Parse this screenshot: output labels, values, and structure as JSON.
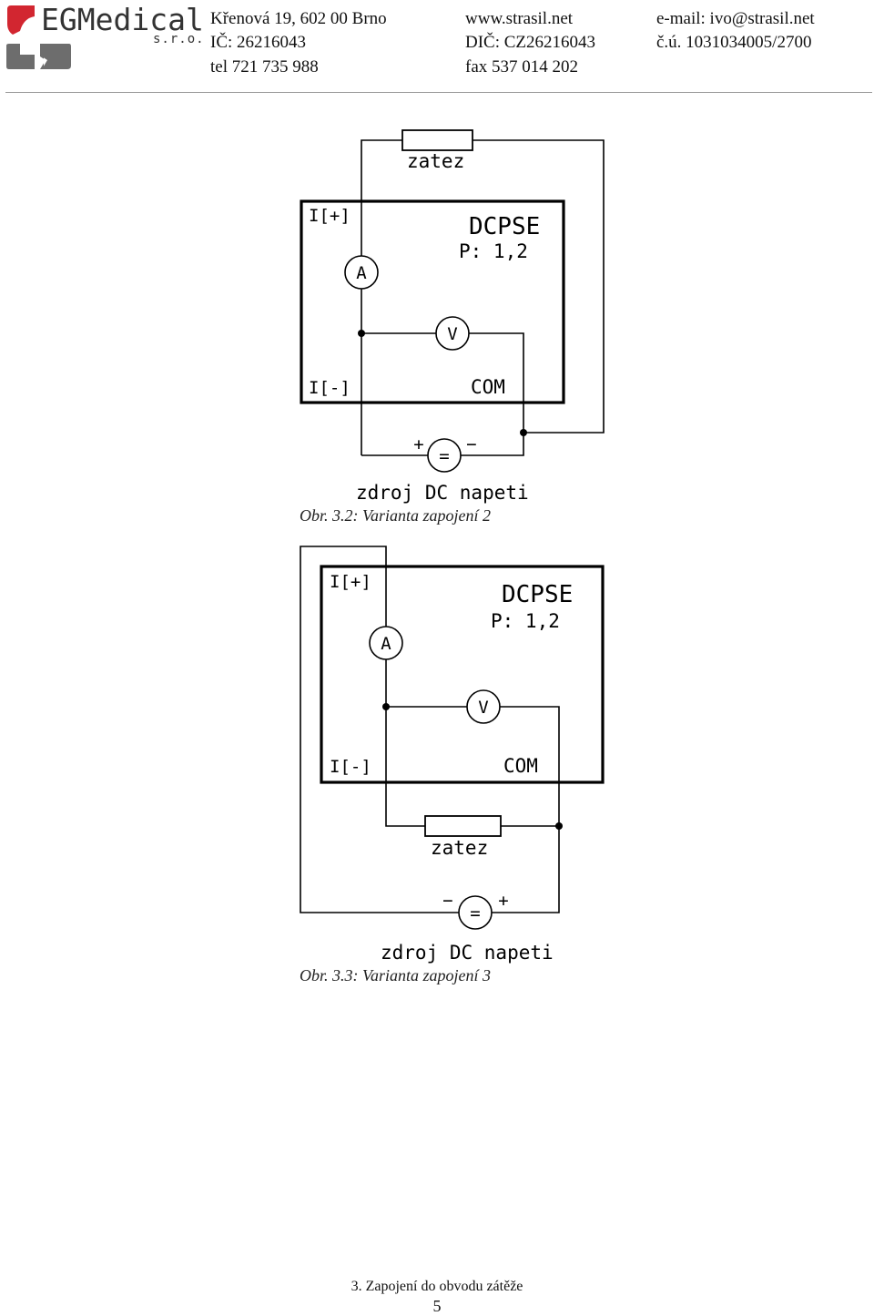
{
  "header": {
    "brand_name": "EGMedical",
    "brand_suffix": "s.r.o.",
    "address": "Křenová 19, 602 00 Brno",
    "ic": "IČ: 26216043",
    "phone": "tel 721 735 988",
    "web": "www.strasil.net",
    "dic": "DIČ: CZ26216043",
    "fax": "fax 537 014 202",
    "email": "e-mail: ivo@strasil.net",
    "account": "č.ú. 1031034005/2700"
  },
  "figure1": {
    "load_label": "zatez",
    "device_name": "DCPSE",
    "device_params": "P: 1,2",
    "terminal_plus": "I[+]",
    "terminal_minus": "I[-]",
    "terminal_com": "COM",
    "ammeter": "A",
    "voltmeter": "V",
    "source_symbol": "=",
    "source_pos": "+",
    "source_neg": "−",
    "source_label": "zdroj DC napeti",
    "caption": "Obr. 3.2: Varianta zapojení 2"
  },
  "figure2": {
    "load_label": "zatez",
    "device_name": "DCPSE",
    "device_params": "P: 1,2",
    "terminal_plus": "I[+]",
    "terminal_minus": "I[-]",
    "terminal_com": "COM",
    "ammeter": "A",
    "voltmeter": "V",
    "source_symbol": "=",
    "source_pos": "+",
    "source_neg": "−",
    "source_label": "zdroj DC napeti",
    "caption": "Obr. 3.3: Varianta zapojení 3"
  },
  "footer": {
    "section": "3. Zapojení do obvodu zátěže",
    "page_number": "5"
  },
  "colors": {
    "logo_red": "#d22630",
    "logo_gray": "#6d6d6d",
    "rule": "#9a9a9a"
  }
}
